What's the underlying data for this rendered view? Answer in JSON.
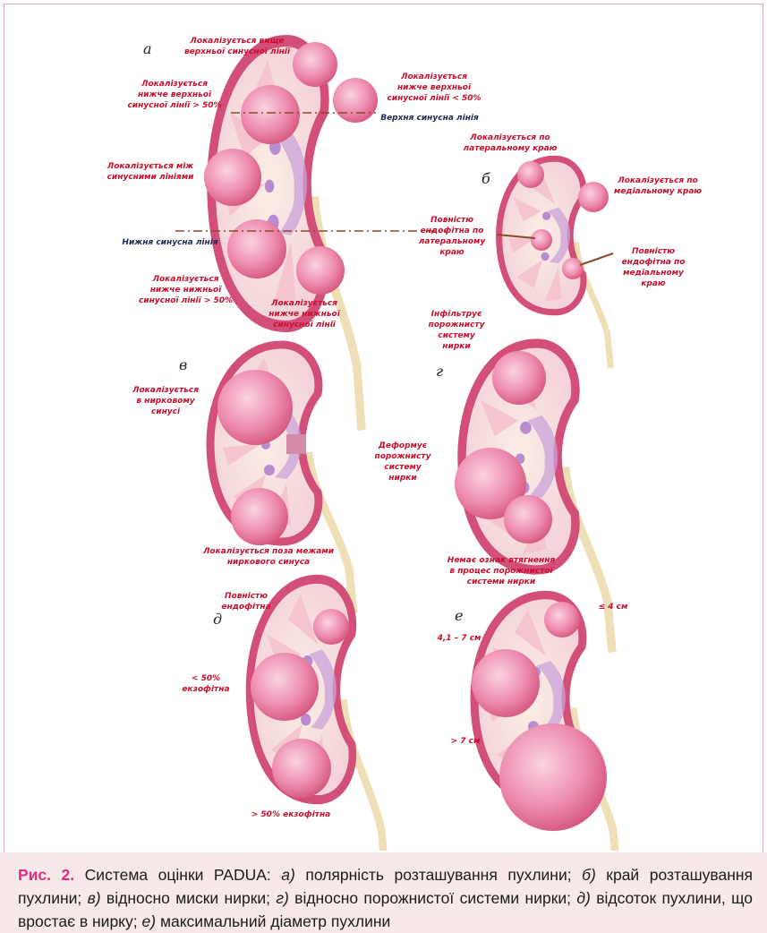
{
  "letters": {
    "a": "а",
    "b": "б",
    "v": "в",
    "g": "г",
    "d": "д",
    "e": "е"
  },
  "panel_a": {
    "label_above_upper": "Локалізується вище\nверхньої синусної лінії",
    "label_below_upper_left": "Локалізується\nнижче верхньої\nсинусної лінії > 50%",
    "label_below_upper_right": "Локалізується\nнижче верхньої\nсинусної лінії < 50%",
    "upper_line": "Верхня синусна лінія",
    "label_between": "Локалізується між\nсинусними лініями",
    "lower_line": "Нижня синусна лінія",
    "label_below_lower_left": "Локалізується\nнижче нижньої\nсинусної лінії > 50%",
    "label_below_lower_right": "Локалізується\nнижче нижньої\nсинусної лінії"
  },
  "panel_b": {
    "lateral_edge": "Локалізується по\nлатеральному краю",
    "medial_edge": "Локалізується по\nмедіальному краю",
    "endo_lateral": "Повністю\nендофітна по\nлатеральному\nкраю",
    "endo_medial": "Повністю\nендофітна по\nмедіальному\nкраю"
  },
  "panel_v": {
    "in_sinus": "Локалізується\nв нирковому\nсинусі",
    "outside_sinus": "Локалізується поза межами\nниркового синуса"
  },
  "panel_g": {
    "infiltrates": "Інфільтрує\nпорожнисту\nсистему\nнирки",
    "deforms": "Деформує\nпорожнисту\nсистему\nнирки",
    "no_signs": "Немає ознак втягнення\nв процес порожнистої\nсистеми нирки"
  },
  "panel_d": {
    "fully_endo": "Повністю\nендофітна",
    "lt50": "< 50%\nекзофітна",
    "gt50": "> 50% екзофітна"
  },
  "panel_e": {
    "le4": "≤ 4 см",
    "mid": "4,1 – 7 см",
    "gt7": "> 7 см"
  },
  "caption": {
    "fig": "Рис. 2.",
    "intro": " Система оцінки PADUA: ",
    "a_key": "а)",
    "a_text": " полярність розташування пухлини; ",
    "b_key": "б)",
    "b_text": " край розташування пухлини; ",
    "v_key": "в)",
    "v_text": " відносно миски нирки; ",
    "g_key": "г)",
    "g_text": " відносно порожнистої системи нирки; ",
    "d_key": "д)",
    "d_text": " відсоток пухлини, що вростає в нирку; ",
    "e_key": "е)",
    "e_text": " максимальний діаметр пухлини"
  },
  "colors": {
    "label_red": "#c8102e",
    "label_dark": "#1f2a52",
    "cortex": "#d9577a",
    "tumor": "#ec8fb2",
    "ureter": "#f3e6c3",
    "caption_bg": "#f6e9e8",
    "fig_pink": "#e8287a"
  }
}
